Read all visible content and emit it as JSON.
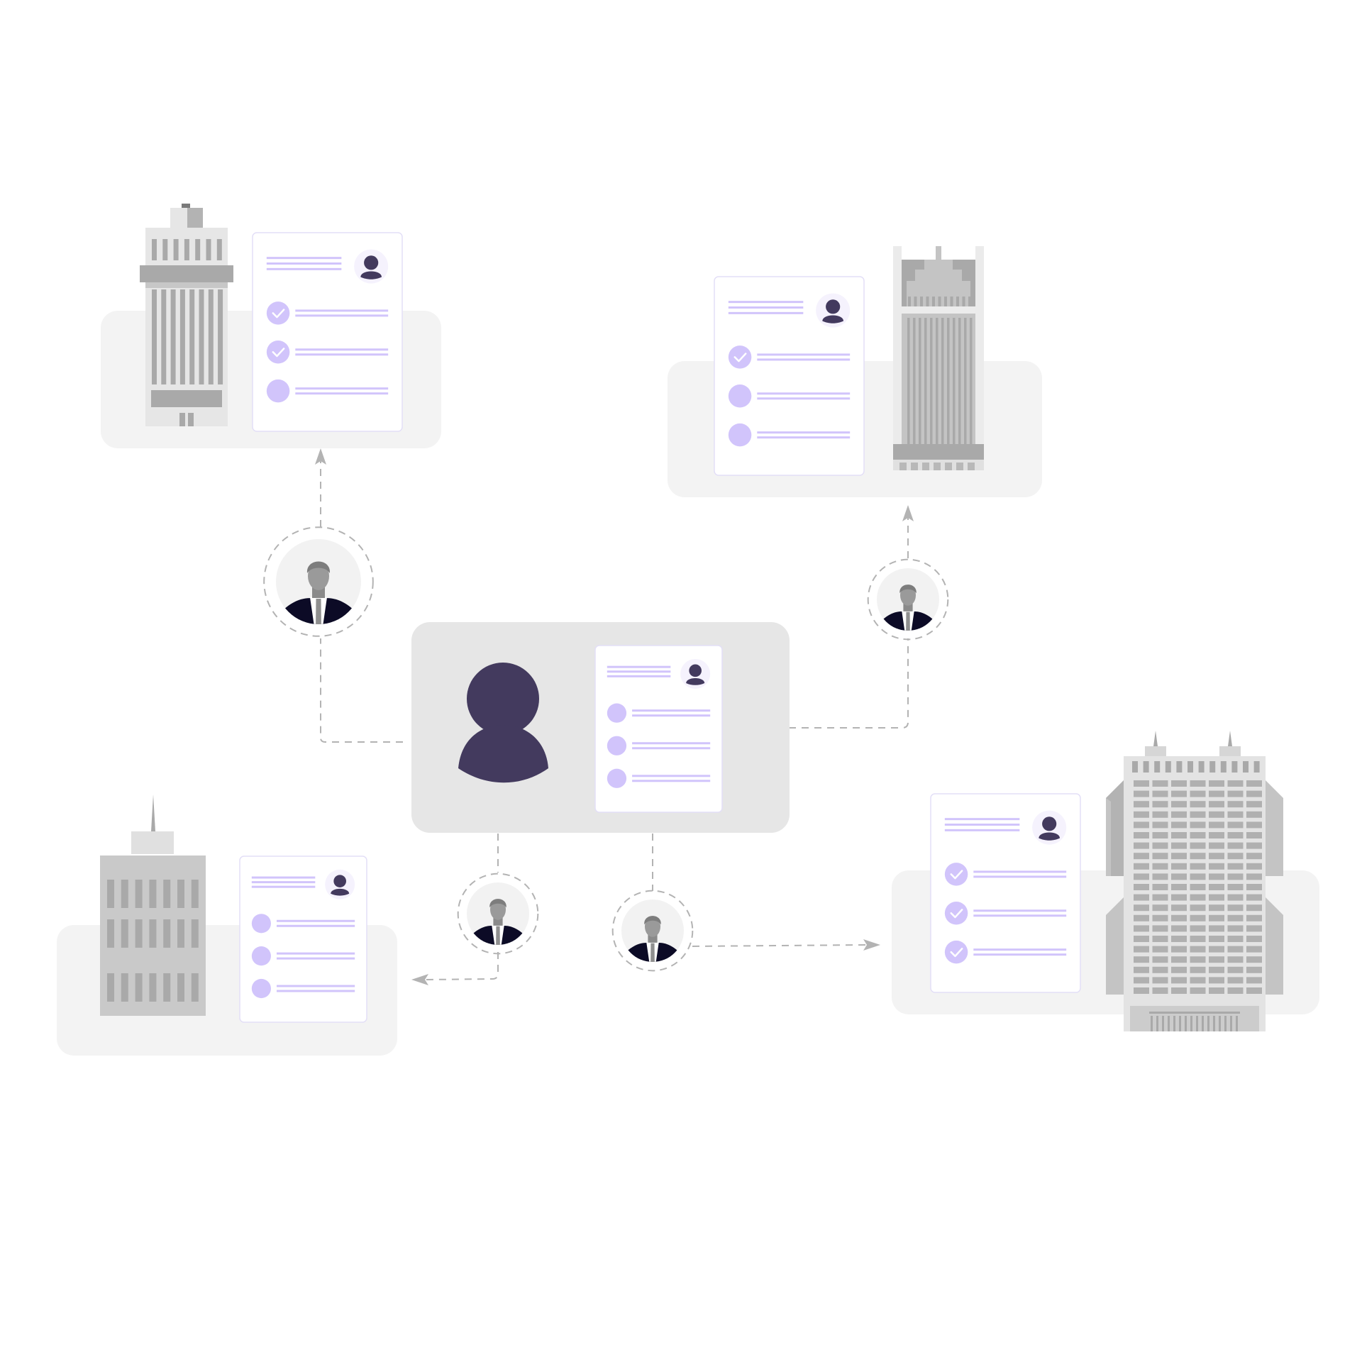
{
  "colors": {
    "background": "#ffffff",
    "panel": "#f3f3f3",
    "center_panel": "#e6e6e6",
    "card": "#ffffff",
    "card_border": "#e3dff7",
    "accent": "#d1c4fb",
    "accent_line": "#d1c4fb",
    "user_dark": "#433a5e",
    "avatar_bg": "#f5f2fd",
    "person_bg": "#f2f2f2",
    "suit": "#0c0b26",
    "skin_gray": "#9a9a9a",
    "hair_gray": "#7d7d7d",
    "connector": "#b3b3b3",
    "building_light": "#e6e6e6",
    "building_mid": "#cccccc",
    "building_dark": "#a9a9a9"
  },
  "icons": {
    "central_user": "user-silhouette-icon",
    "card_avatar": "user-avatar-icon",
    "check": "checkmark-icon",
    "person": "businessman-icon",
    "arrow": "arrow-head-icon"
  },
  "center_profile": {
    "list_items": [
      {
        "checked": false
      },
      {
        "checked": false
      },
      {
        "checked": false
      }
    ]
  },
  "companies": [
    {
      "id": "top-left",
      "checklist": [
        {
          "checked": true
        },
        {
          "checked": true
        },
        {
          "checked": false
        }
      ]
    },
    {
      "id": "top-right",
      "checklist": [
        {
          "checked": true
        },
        {
          "checked": false
        },
        {
          "checked": false
        }
      ]
    },
    {
      "id": "bottom-left",
      "checklist": [
        {
          "checked": false
        },
        {
          "checked": false
        },
        {
          "checked": false
        }
      ]
    },
    {
      "id": "bottom-right",
      "checklist": [
        {
          "checked": true
        },
        {
          "checked": true
        },
        {
          "checked": true
        }
      ]
    }
  ]
}
